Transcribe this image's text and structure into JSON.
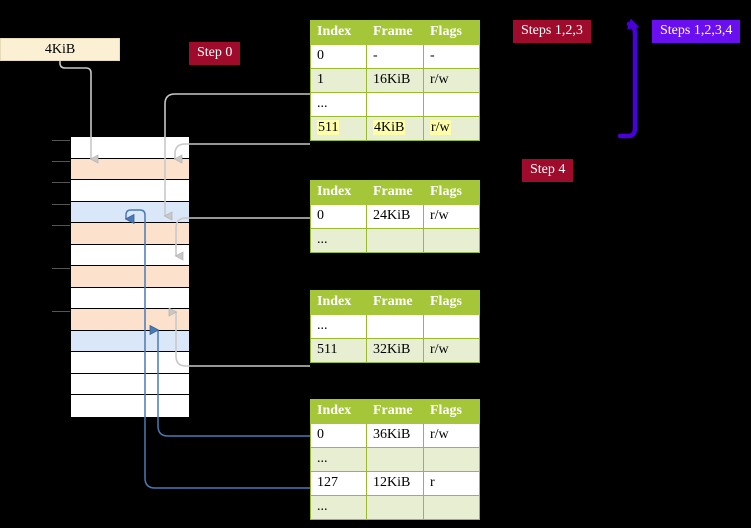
{
  "badges": [
    {
      "name": "step-0",
      "label": "Step 0",
      "color": "#9e0b2b"
    },
    {
      "name": "steps-123",
      "label": "Steps 1,2,3",
      "color": "#9e0b2b"
    },
    {
      "name": "steps-1234",
      "label": "Steps 1,2,3,4",
      "color": "#6a10f0"
    },
    {
      "name": "step-4",
      "label": "Step 4",
      "color": "#9e0b2b"
    }
  ],
  "memory_label": {
    "text": "4KiB"
  },
  "memory_column": {
    "rows": [
      "white",
      "orange",
      "white",
      "blue",
      "orange",
      "white",
      "orange",
      "white",
      "orange",
      "blue",
      "white",
      "white",
      "white"
    ]
  },
  "tables": [
    {
      "name": "page-table-1",
      "headers": [
        "Index",
        "Frame",
        "Flags"
      ],
      "rows": [
        {
          "cells": [
            "0",
            "-",
            "-"
          ],
          "shade": "rw",
          "highlight": false
        },
        {
          "cells": [
            "1",
            "16KiB",
            "r/w"
          ],
          "shade": "alt",
          "highlight": false
        },
        {
          "cells": [
            "...",
            "",
            ""
          ],
          "shade": "rw",
          "highlight": false
        },
        {
          "cells": [
            "511",
            "4KiB",
            "r/w"
          ],
          "shade": "alt",
          "highlight": true
        }
      ]
    },
    {
      "name": "page-table-2",
      "headers": [
        "Index",
        "Frame",
        "Flags"
      ],
      "rows": [
        {
          "cells": [
            "0",
            "24KiB",
            "r/w"
          ],
          "shade": "rw",
          "highlight": false
        },
        {
          "cells": [
            "...",
            "",
            ""
          ],
          "shade": "alt",
          "highlight": false
        }
      ]
    },
    {
      "name": "page-table-3",
      "headers": [
        "Index",
        "Frame",
        "Flags"
      ],
      "rows": [
        {
          "cells": [
            "...",
            "",
            ""
          ],
          "shade": "rw",
          "highlight": false
        },
        {
          "cells": [
            "511",
            "32KiB",
            "r/w"
          ],
          "shade": "alt",
          "highlight": false
        }
      ]
    },
    {
      "name": "page-table-4",
      "headers": [
        "Index",
        "Frame",
        "Flags"
      ],
      "rows": [
        {
          "cells": [
            "0",
            "36KiB",
            "r/w"
          ],
          "shade": "rw",
          "highlight": false
        },
        {
          "cells": [
            "...",
            "",
            ""
          ],
          "shade": "alt",
          "highlight": false
        },
        {
          "cells": [
            "127",
            "12KiB",
            "r"
          ],
          "shade": "rw",
          "highlight": false
        },
        {
          "cells": [
            "...",
            "",
            ""
          ],
          "shade": "alt",
          "highlight": false
        }
      ]
    }
  ],
  "colors": {
    "header_green": "#a5c639",
    "alt_row": "#e7eed2",
    "highlight_yellow": "#ffffaa",
    "memory_orange": "#fce2cc",
    "memory_blue": "#dae7f8",
    "box_cream": "#fcf0d4",
    "badge_red": "#9e0b2b",
    "badge_violet": "#6a10f0",
    "wire_gray": "#b8b8b8",
    "wire_blue": "#4a7ab5",
    "background": "#000000"
  }
}
